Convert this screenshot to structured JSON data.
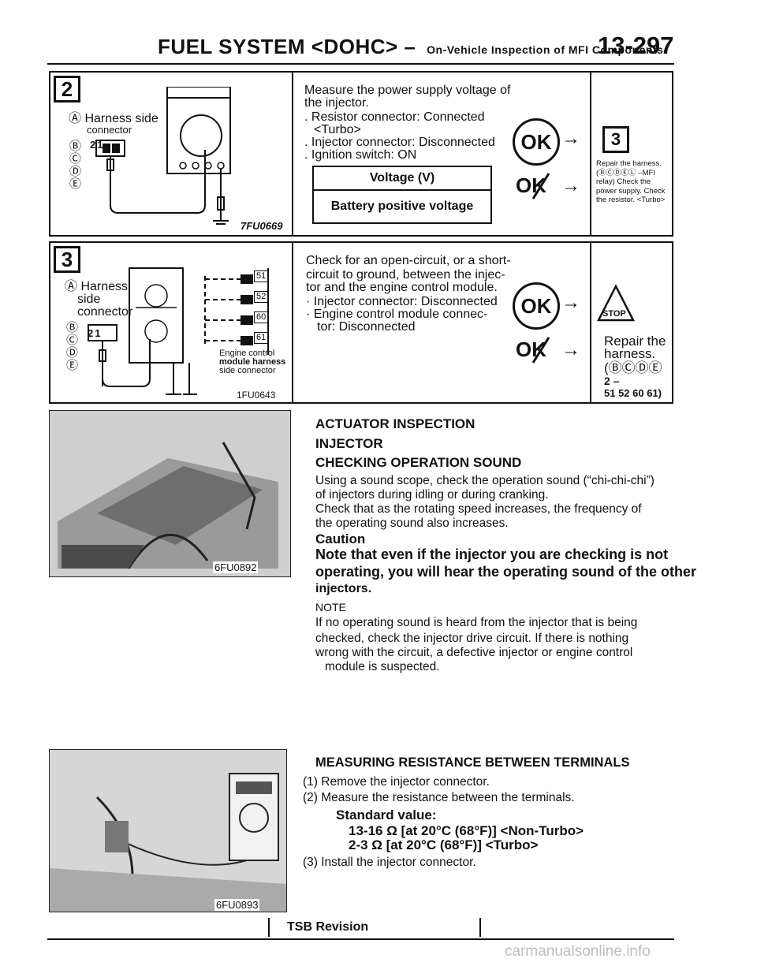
{
  "header": {
    "title": "FUEL SYSTEM <DOHC>",
    "dash": "–",
    "subtitle": "On-Vehicle Inspection of MFI Components",
    "page": "13-297"
  },
  "step2": {
    "number": "2",
    "fig_label1": "Ⓐ Harness side",
    "fig_label2": "connector",
    "fig_pins": "Ⓑ\nⒸ\nⒹ\nⒺ",
    "fig_conn": "21",
    "fig_code": "7FU0669",
    "instr1": "Measure the power supply voltage of",
    "instr2": "the injector.",
    "instr3": ". Resistor connector: Connected",
    "instr4": "<Turbo>",
    "instr5": ". Injector connector: Disconnected",
    "instr6": ". Ignition switch: ON",
    "table_head": "Voltage (V)",
    "table_val": "Battery positive voltage",
    "ok": "OK",
    "ng": "OK",
    "next": "3",
    "ng_action": "Repair the harness. (ⒷⒸⒹⒺⓁ –MFI relay) Check the power supply. Check the resistor. <Turbo>"
  },
  "step3": {
    "number": "3",
    "fig_label1": "Ⓐ Harness",
    "fig_label2": "side",
    "fig_label3": "connector",
    "fig_conn": "21",
    "fig_pins": [
      "51",
      "52",
      "60",
      "61"
    ],
    "fig_ecu1": "Engine control",
    "fig_ecu2": "module harness",
    "fig_ecu3": "side connector",
    "fig_code": "1FU0643",
    "instr1": "Check for an open-circuit, or a short-",
    "instr2": "circuit to ground, between the injec-",
    "instr3": "tor and the engine control module.",
    "instr4": "· Injector connector: Disconnected",
    "instr5": "· Engine control module connec-",
    "instr6": "tor: Disconnected",
    "ok": "OK",
    "ng": "OK",
    "stop": "STOP",
    "ng_action1": "Repair the",
    "ng_action2": "harness.",
    "ng_action3": "(ⒷⒸⒹⒺ",
    "ng_action4": "2 –",
    "ng_action5": "51 52 60 61)"
  },
  "photo1_code": "6FU0892",
  "photo2_code": "6FU0893",
  "actuator": {
    "h1": "ACTUATOR INSPECTION",
    "h2": "INJECTOR",
    "h3": "CHECKING OPERATION SOUND",
    "p1a": "Using a sound scope, check the operation sound (“chi-chi-chi”)",
    "p1b": "of injectors during idling or during cranking.",
    "p2a": "Check that as the rotating speed increases, the frequency of",
    "p2b": "the operating sound also increases.",
    "caution_label": "Caution",
    "caution1": "Note that even if the injector you are checking is not",
    "caution2": "operating, you will hear the operating sound of the other",
    "caution3": "injectors.",
    "note_label": "NOTE",
    "note1": "If no operating sound is heard from the injector that is being",
    "note2": "checked, check the injector drive circuit. If there is nothing",
    "note3": "wrong with the circuit, a defective injector or engine control",
    "note4": "module is suspected."
  },
  "resistance": {
    "h": "MEASURING RESISTANCE BETWEEN TERMINALS",
    "s1": "(1) Remove the injector connector.",
    "s2": "(2) Measure the resistance between the terminals.",
    "std_label": "Standard value:",
    "std1": "13-16 Ω [at 20°C (68°F)] <Non-Turbo>",
    "std2": "2-3 Ω [at 20°C (68°F)] <Turbo>",
    "s3": "(3) Install the injector connector."
  },
  "footer": {
    "tsb": "TSB Revision",
    "watermark": "carmanualsonline.info"
  }
}
